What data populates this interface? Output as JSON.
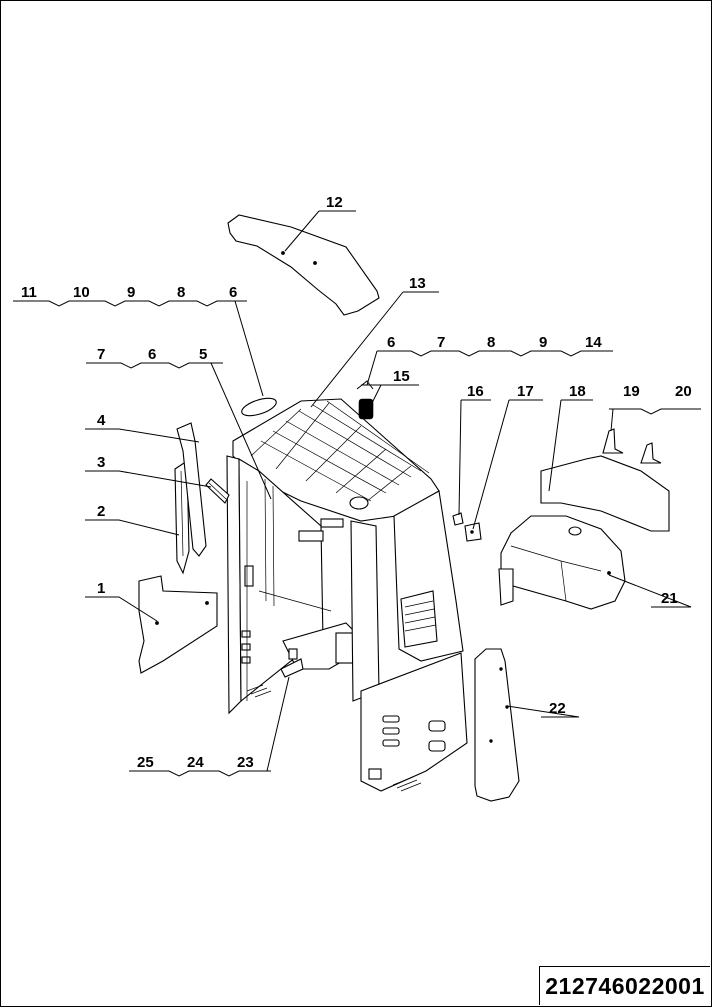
{
  "drawing_number": "212746022001",
  "callouts": {
    "c1": "1",
    "c2": "2",
    "c3": "3",
    "c4": "4",
    "c5": "5",
    "c6a": "6",
    "c6b": "6",
    "c6c": "6",
    "c7a": "7",
    "c7b": "7",
    "c8a": "8",
    "c8b": "8",
    "c9a": "9",
    "c9b": "9",
    "c10": "10",
    "c11": "11",
    "c12": "12",
    "c13": "13",
    "c14": "14",
    "c15": "15",
    "c16": "16",
    "c17": "17",
    "c18": "18",
    "c19": "19",
    "c20": "20",
    "c21": "21",
    "c22": "22",
    "c23": "23",
    "c24": "24",
    "c25": "25"
  }
}
